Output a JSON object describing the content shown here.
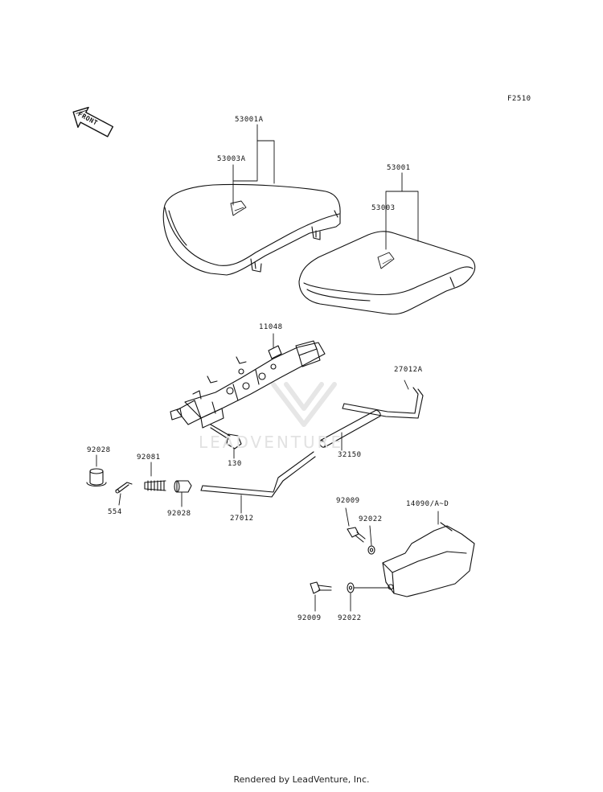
{
  "diagram_code": "F2510",
  "front_arrow_text": "FRONT",
  "watermark_text": "LEADVENTURE",
  "footer": "Rendered by LeadVenture, Inc.",
  "parts": {
    "seat_front": "53001A",
    "seat_front_cover": "53003A",
    "seat_rear": "53001",
    "seat_rear_cover": "53003",
    "bracket": "11048",
    "bolt_130": "130",
    "rod_27012A": "27012A",
    "tube_32150": "32150",
    "collar_left": "92028",
    "pin_554": "554",
    "spring": "92081",
    "collar_right": "92028",
    "lock_cable": "27012",
    "bolt_upper": "92009",
    "washer_upper": "92022",
    "cover_14090": "14090/A~D",
    "bolt_lower": "92009",
    "washer_lower": "92022"
  }
}
